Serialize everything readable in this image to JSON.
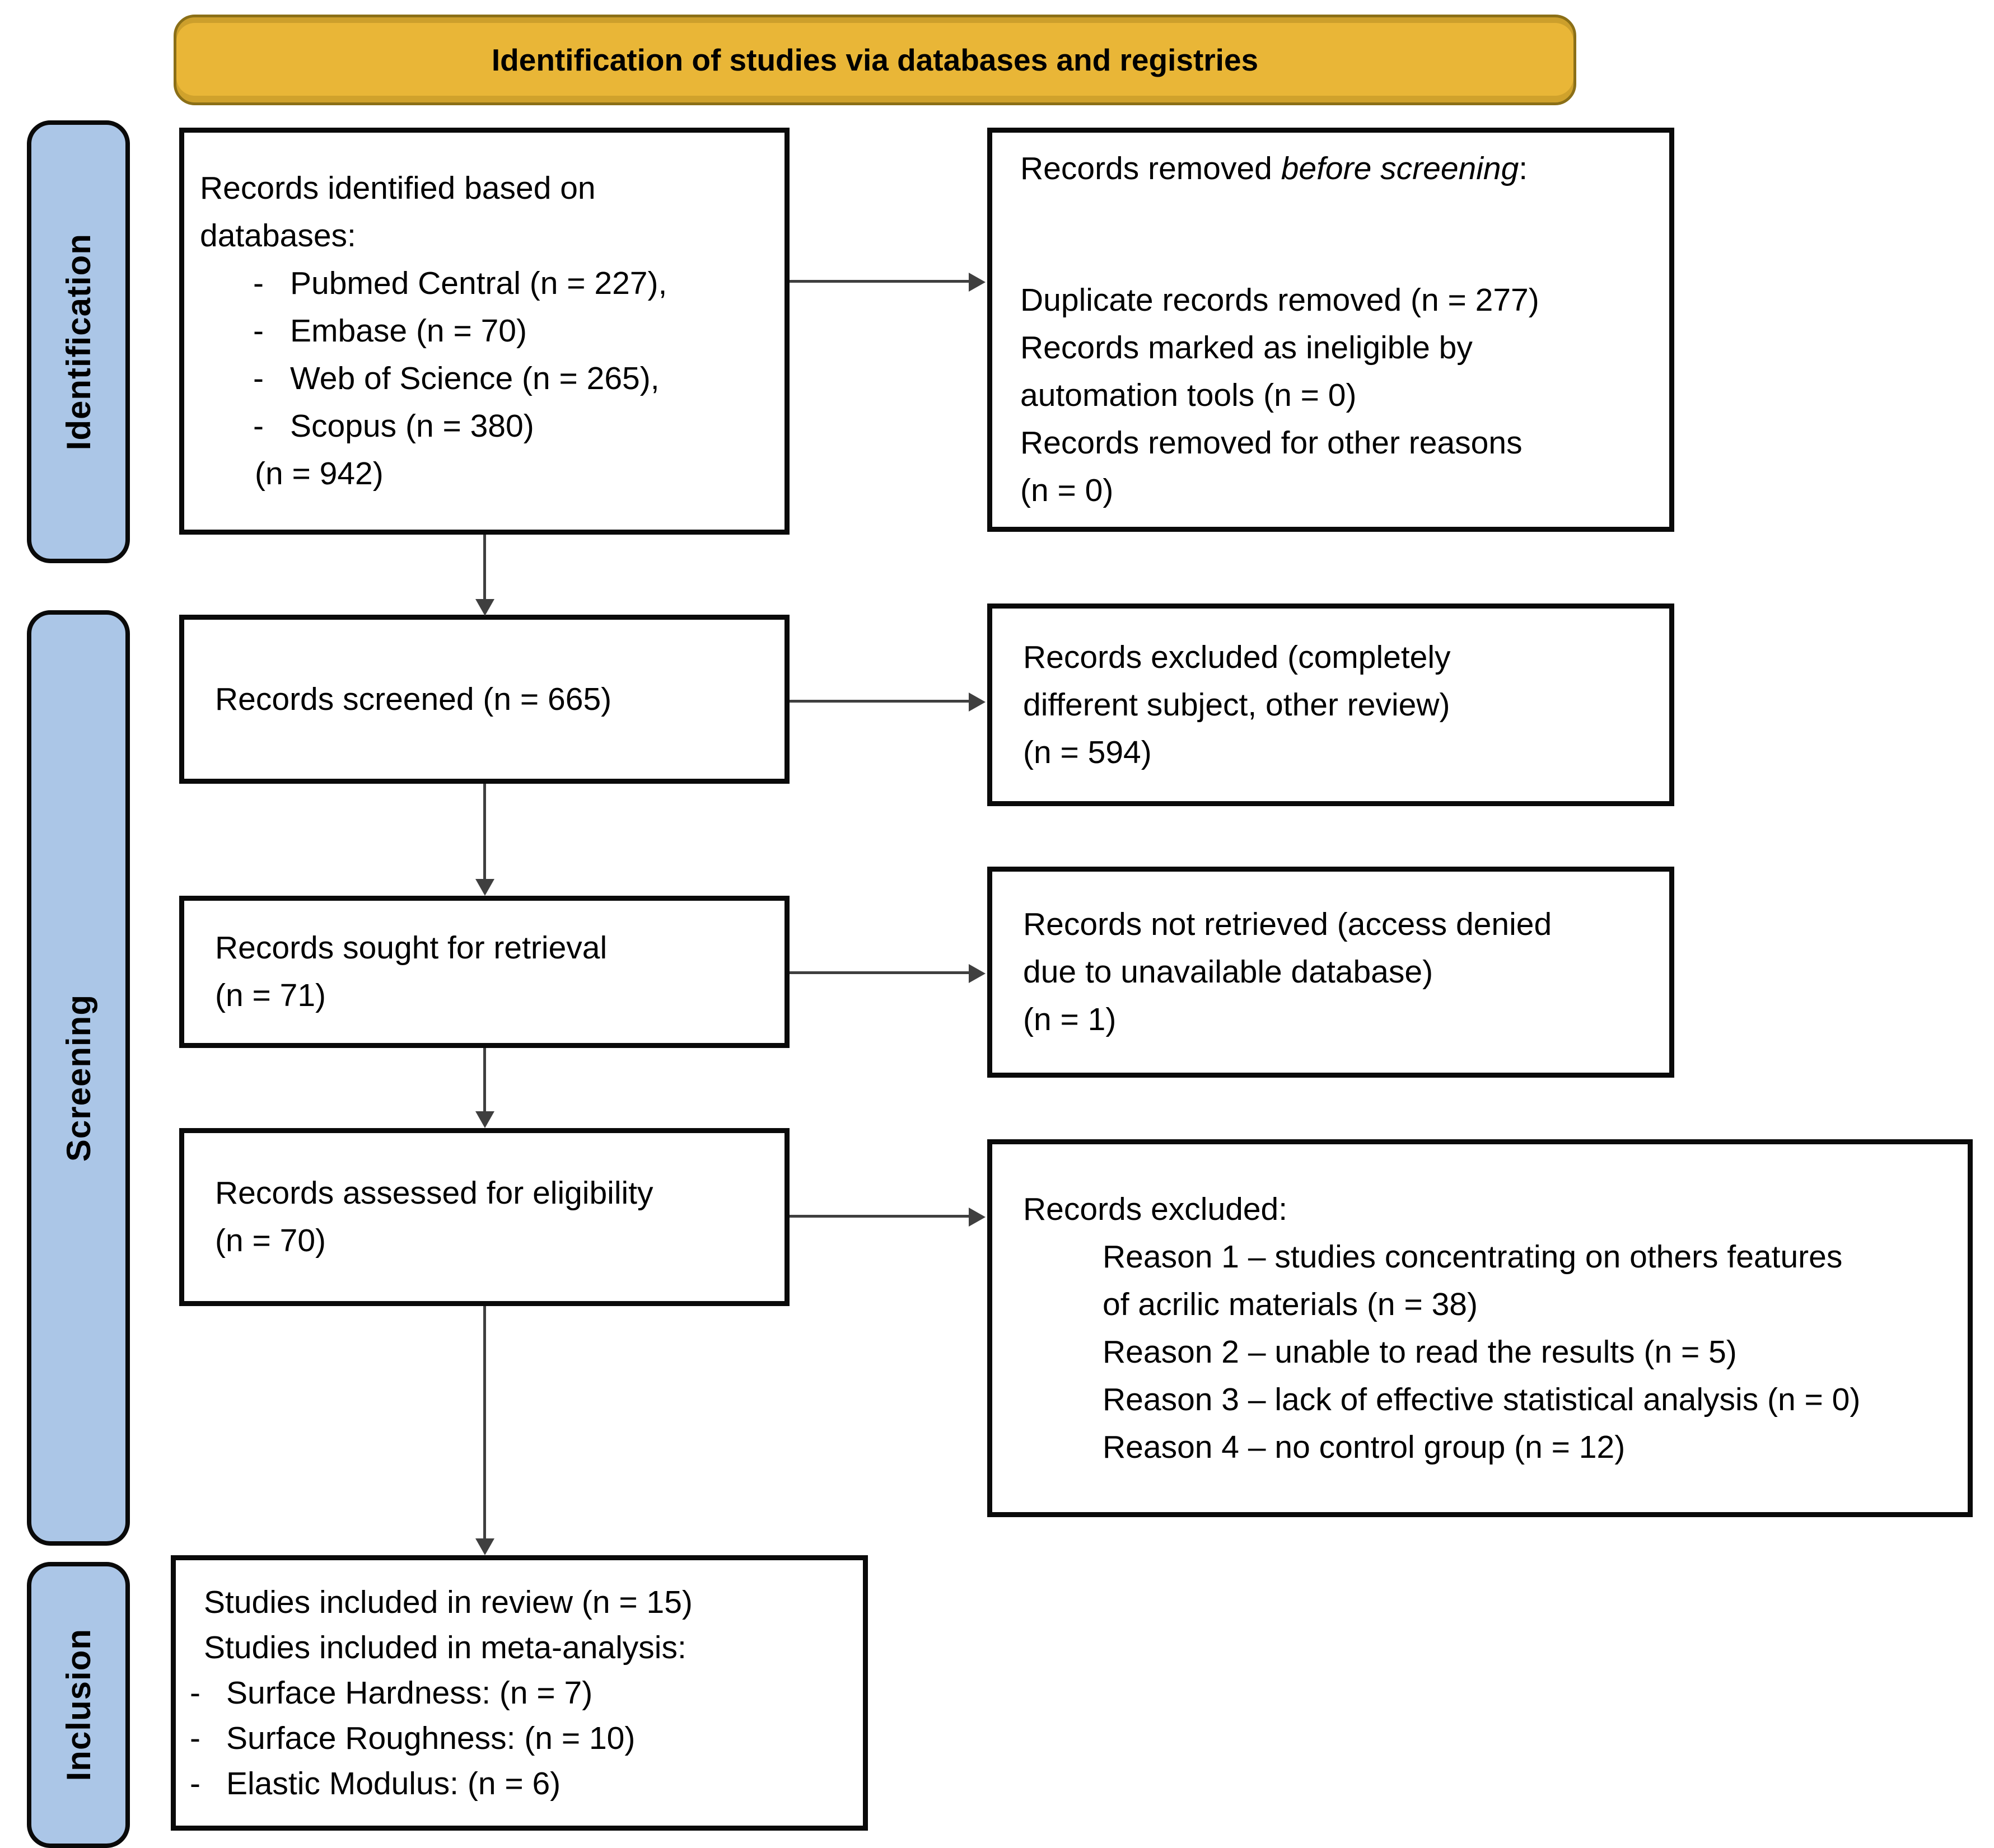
{
  "banner": {
    "title": "Identification of studies via databases and registries"
  },
  "sidebar": {
    "identification": "Identification",
    "screening": "Screening",
    "inclusion": "Inclusion"
  },
  "bullet": "-",
  "colors": {
    "banner_bg": "#E9B637",
    "banner_border": "#8B6F17",
    "sidebar_bg": "#ABC6E7",
    "box_border": "#000000",
    "arrow": "#3F3F3F"
  },
  "boxes": {
    "identified": {
      "intro": [
        "Records identified based on",
        "databases:"
      ],
      "items": [
        "Pubmed Central (n = 227),",
        "Embase (n = 70)",
        "Web of Science (n = 265),",
        "Scopus (n = 380)"
      ],
      "total": "(n = 942)"
    },
    "removed_before_screening": {
      "title_prefix": "Records removed ",
      "title_italic": "before screening",
      "title_suffix": ":",
      "lines": [
        "Duplicate records removed (n = 277)",
        "Records marked as ineligible by",
        "automation tools (n = 0)",
        "Records removed for other reasons",
        "(n = 0)"
      ]
    },
    "screened": {
      "line": "Records screened (n = 665)"
    },
    "excluded_screening": {
      "lines": [
        "Records excluded (completely",
        "different subject, other review)",
        "(n = 594)"
      ]
    },
    "sought": {
      "lines": [
        "Records sought for retrieval",
        "(n = 71)"
      ]
    },
    "not_retrieved": {
      "lines": [
        "Records not retrieved (access denied",
        "due to unavailable database)",
        "(n = 1)"
      ]
    },
    "assessed": {
      "lines": [
        "Records assessed for eligibility",
        "(n = 70)"
      ]
    },
    "excluded_eligibility": {
      "title": "Records excluded:",
      "reasons": [
        "Reason 1 – studies concentrating on others features",
        "of acrilic materials (n = 38)",
        "Reason 2 – unable to read the results (n = 5)",
        "Reason 3 – lack of effective statistical analysis (n = 0)",
        "Reason 4 – no control group (n = 12)"
      ]
    },
    "included": {
      "lines": [
        "Studies included in review (n = 15)",
        "Studies included in meta-analysis:"
      ],
      "items": [
        "Surface Hardness: (n = 7)",
        "Surface Roughness: (n = 10)",
        "Elastic Modulus: (n = 6)"
      ]
    }
  }
}
